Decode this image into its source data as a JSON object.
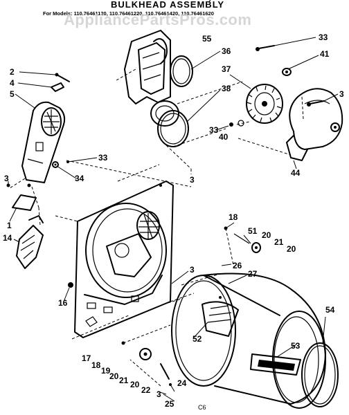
{
  "title": "BULKHEAD ASSEMBLY",
  "models_label": "For Models: 110.76461120, 110.76461220, 110.76461420, 110.76461620",
  "watermark": "AppliancePartsPros.com",
  "figure_code": "C6",
  "callouts": {
    "c1": "1",
    "c2": "2",
    "c3a": "3",
    "c3b": "3",
    "c3c": "3",
    "c3d": "3",
    "c3e": "3",
    "c4": "4",
    "c5": "5",
    "c14": "14",
    "c16": "16",
    "c17": "17",
    "c18a": "18",
    "c18b": "18",
    "c19": "19",
    "c20a": "20",
    "c20b": "20",
    "c20c": "20",
    "c20d": "20",
    "c21a": "21",
    "c21b": "21",
    "c22": "22",
    "c24": "24",
    "c25": "25",
    "c26": "26",
    "c27": "27",
    "c33a": "33",
    "c33b": "33",
    "c33c": "33",
    "c34": "34",
    "c36": "36",
    "c37": "37",
    "c38": "38",
    "c40": "40",
    "c41": "41",
    "c44": "44",
    "c51": "51",
    "c52": "52",
    "c53": "53",
    "c54": "54",
    "c55": "55"
  },
  "colors": {
    "ink": "#000000",
    "paper": "#ffffff",
    "watermark": "#cfcfcf"
  }
}
